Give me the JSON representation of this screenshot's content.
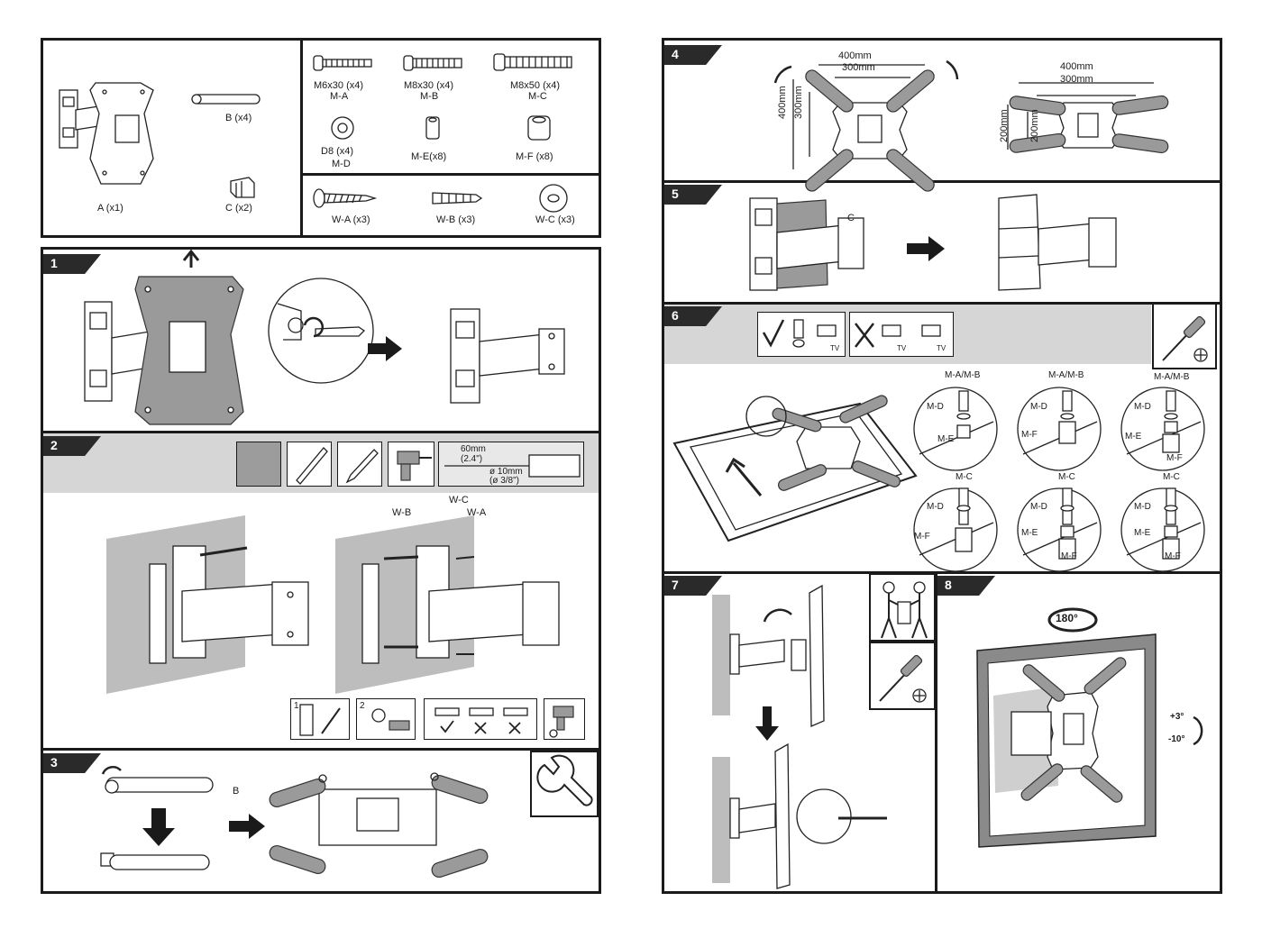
{
  "parts": {
    "a": "A (x1)",
    "b": "B (x4)",
    "c": "C (x2)",
    "ma_size": "M6x30 (x4)",
    "ma_code": "M-A",
    "mb_size": "M8x30 (x4)",
    "mb_code": "M-B",
    "mc_size": "M8x50 (x4)",
    "mc_code": "M-C",
    "md_size": "D8 (x4)",
    "md_code": "M-D",
    "me": "M-E(x8)",
    "mf": "M-F (x8)",
    "wa": "W-A (x3)",
    "wb": "W-B (x3)",
    "wc": "W-C (x3)"
  },
  "steps": {
    "s1": "1",
    "s2": "2",
    "s3": "3",
    "s4": "4",
    "s5": "5",
    "s6": "6",
    "s7": "7",
    "s8": "8"
  },
  "step2": {
    "depth": "60mm",
    "depth_in": "(2.4\")",
    "dia": "ø 10mm",
    "dia_in": "(ø 3/8\")",
    "wb": "W-B",
    "wc": "W-C",
    "wa": "W-A",
    "n1": "1",
    "n2": "2"
  },
  "step3": {
    "b": "B"
  },
  "step4": {
    "w400a": "400mm",
    "w300a": "300mm",
    "h400": "400mm",
    "h300": "300mm",
    "w400b": "400mm",
    "w300b": "300mm",
    "h200a": "200mm",
    "h200b": "200mm"
  },
  "step5": {
    "c": "C"
  },
  "step6": {
    "tv1": "TV",
    "tv2": "TV",
    "tv3": "TV",
    "circles": [
      {
        "top": "M-A/M-B",
        "l1": "M-D",
        "l2": "M-E",
        "l3": ""
      },
      {
        "top": "M-A/M-B",
        "l1": "M-D",
        "l2": "M-F",
        "l3": ""
      },
      {
        "top": "M-A/M-B",
        "l1": "M-D",
        "l2": "M-E",
        "l3": "M-F"
      },
      {
        "top": "M-C",
        "l1": "M-D",
        "l2": "M-F",
        "l3": ""
      },
      {
        "top": "M-C",
        "l1": "M-D",
        "l2": "M-E",
        "l3": "M-F"
      },
      {
        "top": "M-C",
        "l1": "M-D",
        "l2": "M-E",
        "l3": "M-F"
      }
    ]
  },
  "step8": {
    "rot": "180°",
    "up": "+3°",
    "down": "-10°"
  }
}
